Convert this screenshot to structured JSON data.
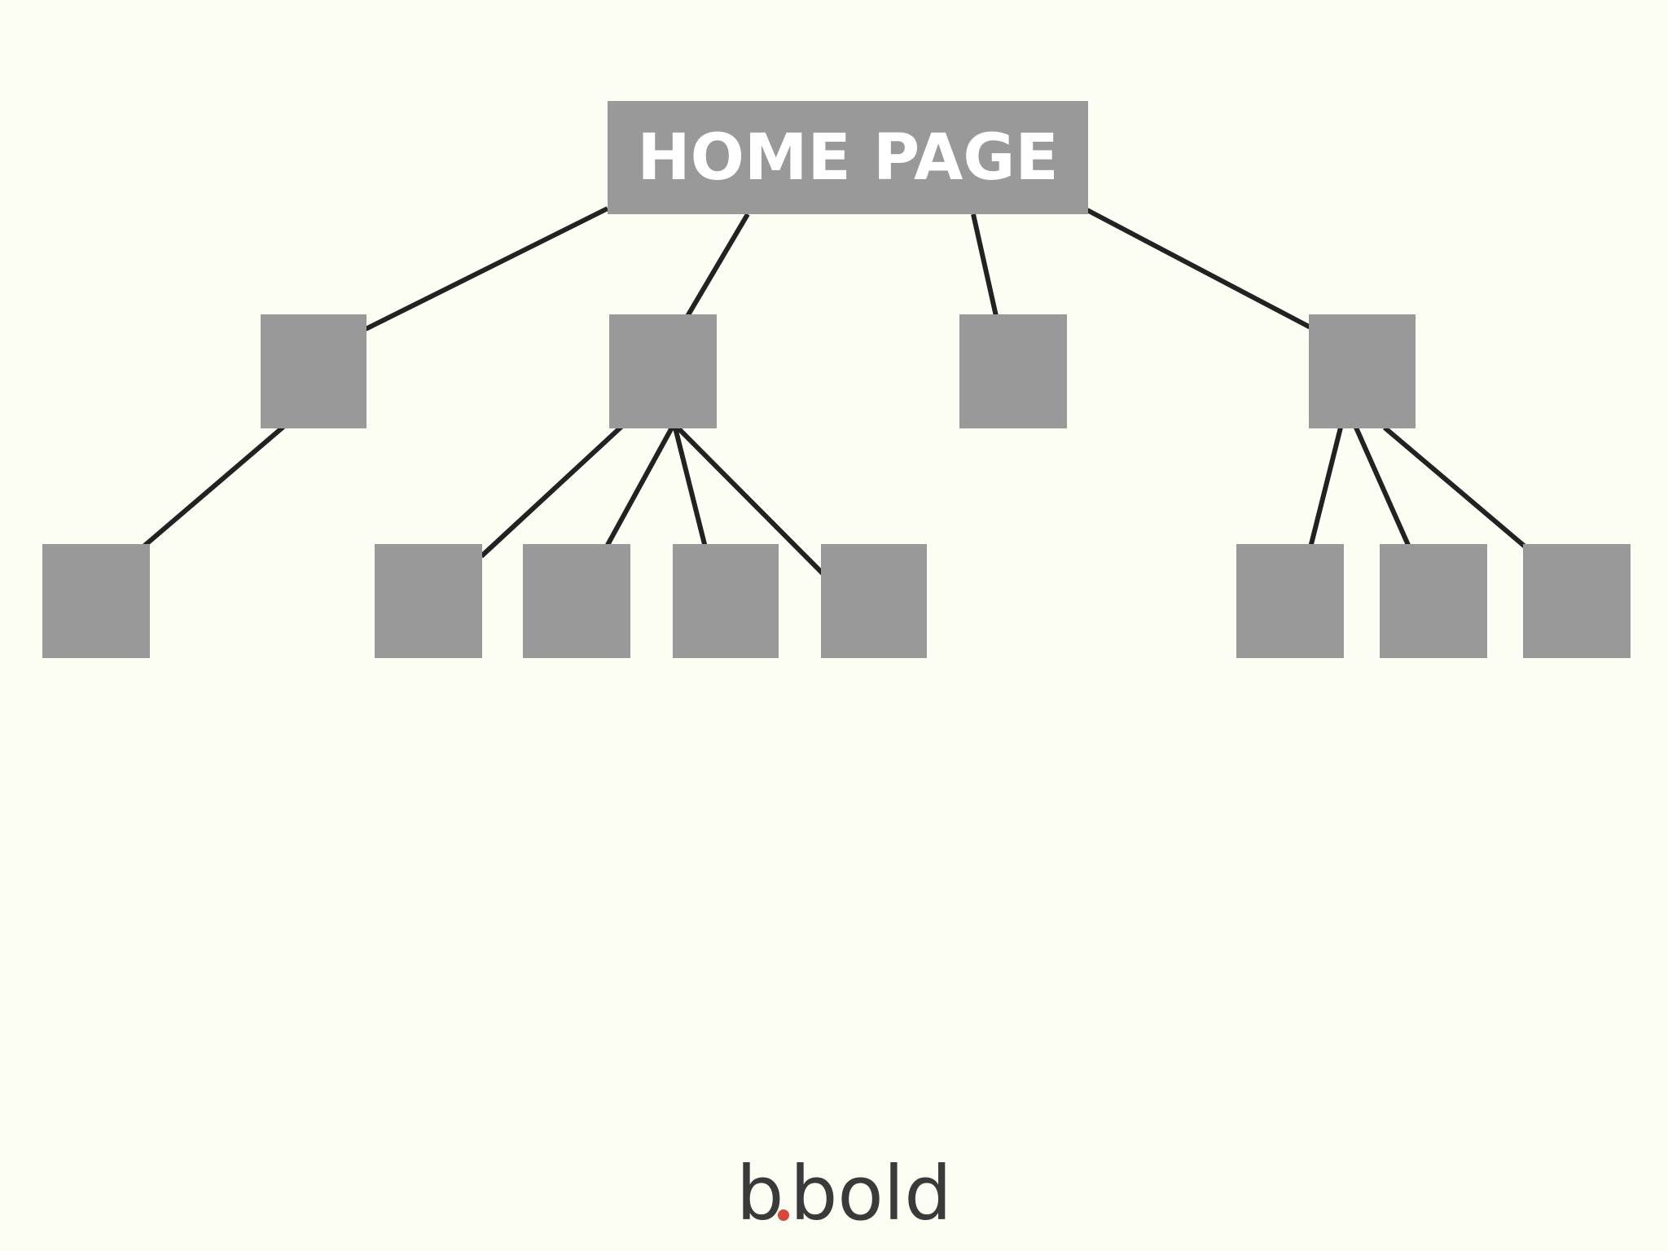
{
  "diagram": {
    "type": "sitemap-tree",
    "root": {
      "label": "HOME PAGE"
    },
    "level_1_nodes": 4,
    "children_per_level_1_node": [
      1,
      4,
      0,
      3
    ]
  },
  "branding": {
    "logo_text_before_dot": "b",
    "logo_text_after_dot": "bold",
    "logo_dot_color": "#d9463a"
  },
  "colors": {
    "background": "#fcfef4",
    "node_fill": "#999999",
    "edge": "#222222",
    "root_label": "#ffffff",
    "logo_text": "#3a3a3a"
  }
}
